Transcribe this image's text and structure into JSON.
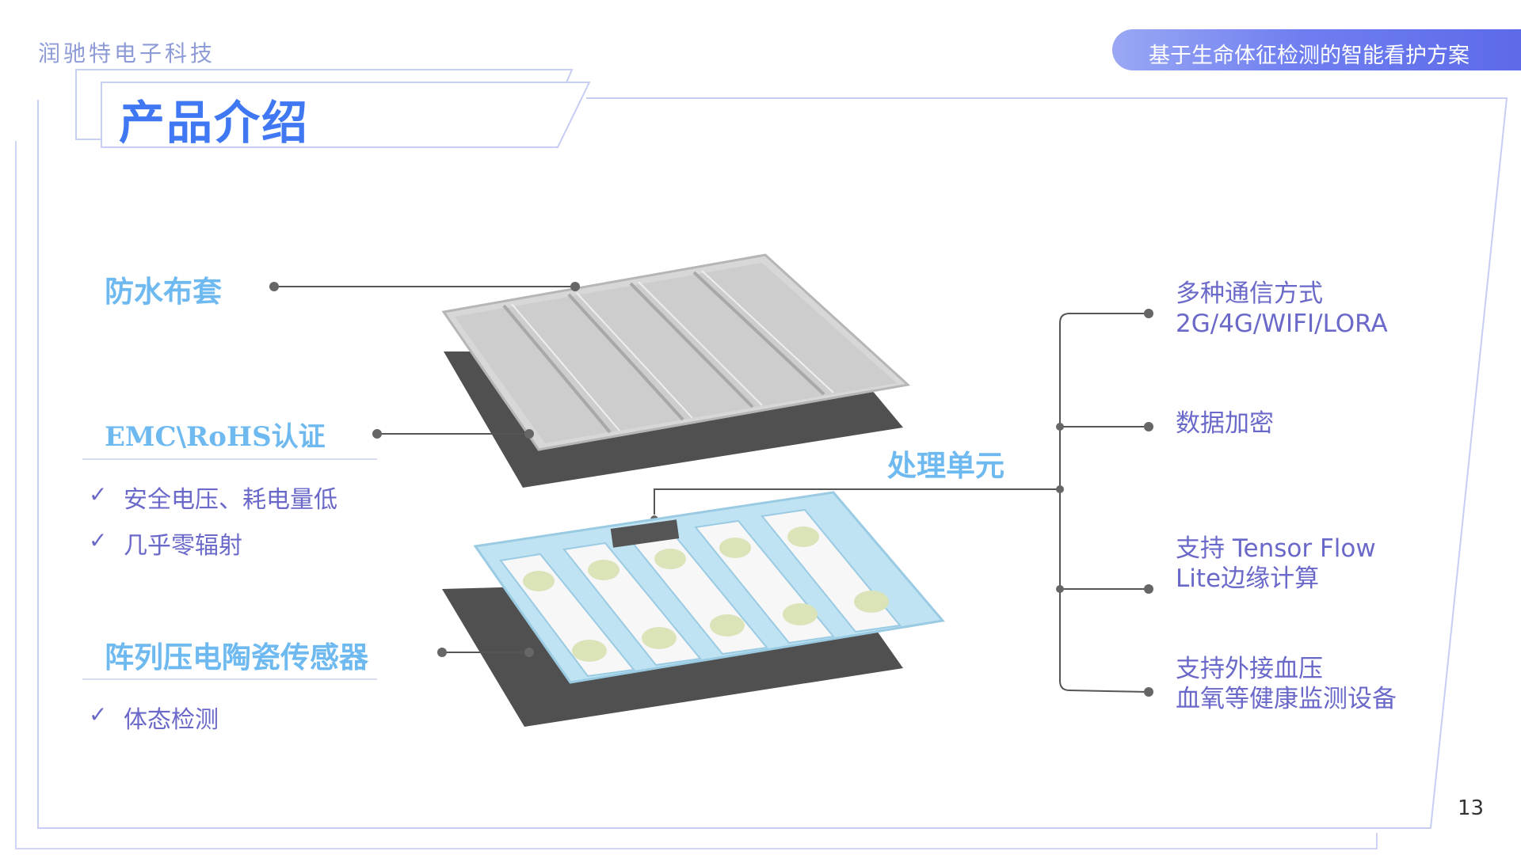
{
  "header": {
    "company": "润驰特电子科技",
    "banner": "基于生命体征检测的智能看护方案",
    "title": "产品介绍"
  },
  "left": {
    "layer1": "防水布套",
    "layer2": "EMC\\RoHS认证",
    "layer2_bullets": [
      {
        "mark": "✓",
        "text": "安全电压、耗电量低"
      },
      {
        "mark": "✓",
        "text": "几乎零辐射"
      }
    ],
    "layer3": "阵列压电陶瓷传感器",
    "layer3_bullets": [
      {
        "mark": "✓",
        "text": "体态检测"
      }
    ]
  },
  "center": {
    "label": "处理单元"
  },
  "right": {
    "items": [
      {
        "line1": "多种通信方式",
        "line2": "2G/4G/WIFI/LORA"
      },
      {
        "line1": "数据加密",
        "line2": ""
      },
      {
        "line1": "支持 Tensor Flow",
        "line2": "Lite边缘计算"
      },
      {
        "line1": "支持外接血压",
        "line2": "血氧等健康监测设备"
      }
    ]
  },
  "page_number": "13",
  "colors": {
    "accent_blue": "#3f78f2",
    "label_blue": "#6ebaf0",
    "text_purple": "#6a68c8",
    "frame_line": "#c7cdf3",
    "connector": "#555555"
  }
}
